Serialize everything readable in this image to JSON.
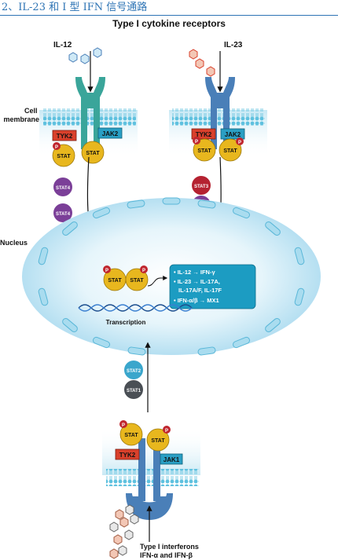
{
  "heading": "2、IL-23 和 I 型 IFN 信号通路",
  "diagram": {
    "title": "Type I cytokine receptors",
    "labels": {
      "il12": "IL-12",
      "il23": "IL-23",
      "cell_membrane_line1": "Cell",
      "cell_membrane_line2": "membrane",
      "nucleus": "Nucleus",
      "transcription": "Transcription",
      "ifn_line1": "Type I interferons",
      "ifn_line2": "IFN-α and IFN-β"
    },
    "kinases": {
      "tyk2": "TYK2",
      "jak2": "JAK2",
      "jak1": "JAK1"
    },
    "stats": {
      "stat": "STAT",
      "stat1": "STAT1",
      "stat2": "STAT2",
      "stat3": "STAT3",
      "stat4": "STAT4",
      "phospho": "P"
    },
    "outputs": [
      "• IL-12 → IFN-γ",
      "• IL-23 → IL-17A,",
      "IL-17A/F, IL-17F",
      "• IFN-α/β → MX1"
    ],
    "colors": {
      "il12_receptor": "#3aa59a",
      "il23_receptor": "#4a7fb8",
      "ifn_receptor": "#4a7fb8",
      "tyk2": "#d9402b",
      "jak": "#2a9fc4",
      "stat": "#e8b71e",
      "stat4": "#7b3f98",
      "stat3": "#b52231",
      "stat2": "#3aa6cc",
      "stat1": "#4a4f55",
      "phospho": "#c0262e",
      "nucleus": "#c6e7f4",
      "membrane": "#5fc1df",
      "output_box": "#1c9cc2"
    }
  }
}
